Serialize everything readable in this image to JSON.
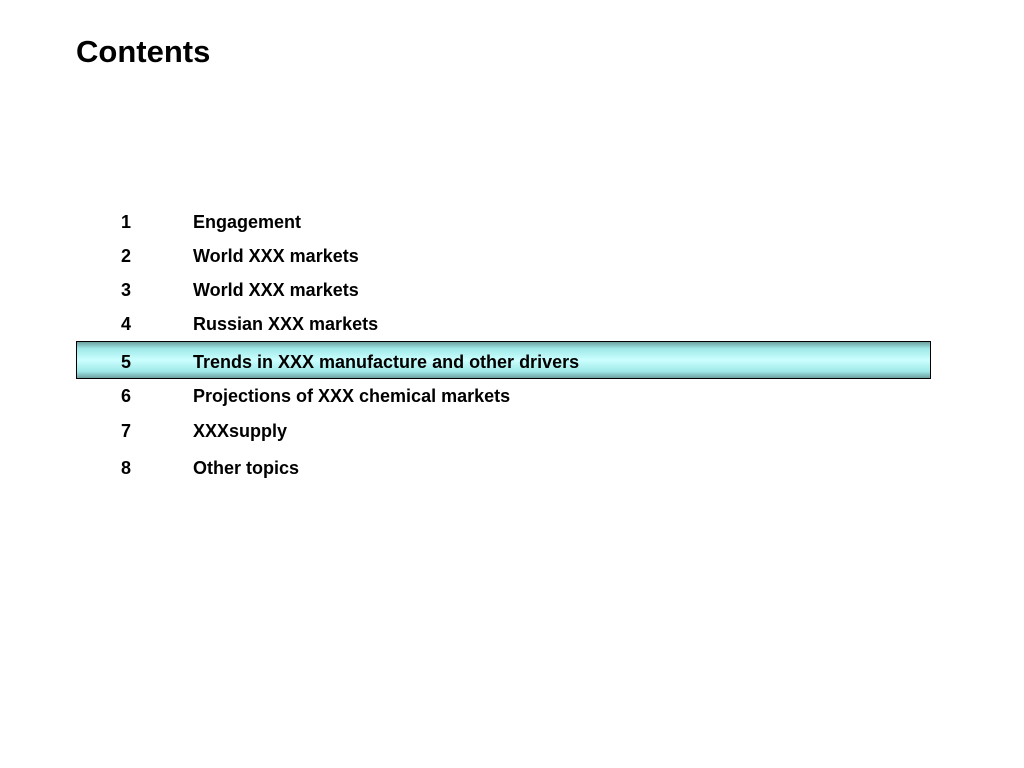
{
  "title": "Contents",
  "toc": {
    "items": [
      {
        "number": "1",
        "label": "Engagement"
      },
      {
        "number": "2",
        "label": "World XXX markets"
      },
      {
        "number": "3",
        "label": "World XXX markets"
      },
      {
        "number": "4",
        "label": "Russian XXX markets"
      },
      {
        "number": "5",
        "label": "Trends in XXX manufacture and other drivers"
      },
      {
        "number": "6",
        "label": "Projections of XXX chemical markets"
      },
      {
        "number": "7",
        "label": "XXXsupply"
      },
      {
        "number": "8",
        "label": "Other topics"
      }
    ],
    "highlighted_item": "5",
    "highlight_color": "#ccffff"
  }
}
